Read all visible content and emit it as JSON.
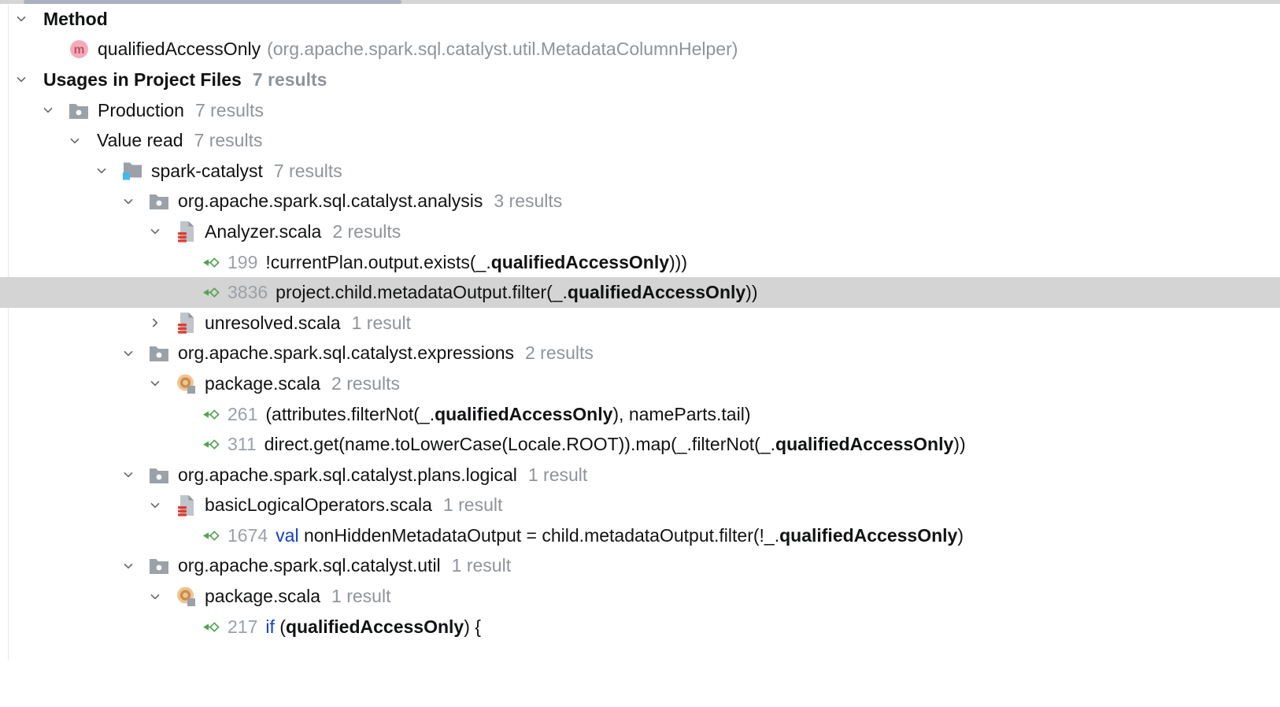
{
  "colors": {
    "selected_row_bg": "#d4d4d4",
    "keyword_blue": "#0f3ed0",
    "count_gray": "#8f9499",
    "line_number_gray": "#9ba0a6",
    "usage_arrow_green": "#53a453",
    "method_icon_pink": "#f3abb9",
    "module_square_blue": "#45b8e9",
    "scala_logo_red": "#de3d30",
    "package_object_tan": "#f1c48e",
    "icon_gray": "#9ba1a8",
    "scrollbar_thumb": "#a9b1bf"
  },
  "scrollbar": {
    "orientation": "horizontal",
    "position": "top"
  },
  "tree": {
    "rows": [
      {
        "kind": "group",
        "level": 0,
        "expanded": true,
        "bold": true,
        "label": "Method"
      },
      {
        "kind": "item",
        "level": 1,
        "icon": "method-icon",
        "label": "qualifiedAccessOnly",
        "suffix": "(org.apache.spark.sql.catalyst.util.MetadataColumnHelper)"
      },
      {
        "kind": "group",
        "level": 0,
        "expanded": true,
        "bold": true,
        "label": "Usages in Project Files",
        "count": "7 results",
        "count_bold": true
      },
      {
        "kind": "node",
        "level": 1,
        "expanded": true,
        "icon": "folder-icon",
        "label": "Production",
        "count": "7 results"
      },
      {
        "kind": "node",
        "level": 2,
        "expanded": true,
        "label": "Value read",
        "count": "7 results"
      },
      {
        "kind": "node",
        "level": 3,
        "expanded": true,
        "icon": "module-icon",
        "label": "spark-catalyst",
        "count": "7 results"
      },
      {
        "kind": "node",
        "level": 4,
        "expanded": true,
        "icon": "package-icon",
        "label": "org.apache.spark.sql.catalyst.analysis",
        "count": "3 results"
      },
      {
        "kind": "node",
        "level": 5,
        "expanded": true,
        "icon": "scala-file-icon",
        "label": "Analyzer.scala",
        "count": "2 results"
      },
      {
        "kind": "usage",
        "level": 6,
        "icon": "usage-arrow-icon",
        "line_number": "199",
        "code": [
          {
            "text": "!currentPlan.output.exists(_."
          },
          {
            "text": "qualifiedAccessOnly",
            "bold": true
          },
          {
            "text": ")))"
          }
        ]
      },
      {
        "kind": "usage",
        "level": 6,
        "icon": "usage-arrow-icon",
        "line_number": "3836",
        "selected": true,
        "code": [
          {
            "text": "project.child.metadataOutput.filter(_."
          },
          {
            "text": "qualifiedAccessOnly",
            "bold": true
          },
          {
            "text": "))"
          }
        ]
      },
      {
        "kind": "node",
        "level": 5,
        "expanded": false,
        "icon": "scala-file-icon",
        "label": "unresolved.scala",
        "count": "1 result"
      },
      {
        "kind": "node",
        "level": 4,
        "expanded": true,
        "icon": "package-icon",
        "label": "org.apache.spark.sql.catalyst.expressions",
        "count": "2 results"
      },
      {
        "kind": "node",
        "level": 5,
        "expanded": true,
        "icon": "package-object-icon",
        "label": "package.scala",
        "count": "2 results"
      },
      {
        "kind": "usage",
        "level": 6,
        "icon": "usage-arrow-icon",
        "line_number": "261",
        "code": [
          {
            "text": "(attributes.filterNot(_."
          },
          {
            "text": "qualifiedAccessOnly",
            "bold": true
          },
          {
            "text": "), nameParts.tail)"
          }
        ]
      },
      {
        "kind": "usage",
        "level": 6,
        "icon": "usage-arrow-icon",
        "line_number": "311",
        "code": [
          {
            "text": "direct.get(name.toLowerCase(Locale.ROOT)).map(_.filterNot(_."
          },
          {
            "text": "qualifiedAccessOnly",
            "bold": true
          },
          {
            "text": "))"
          }
        ]
      },
      {
        "kind": "node",
        "level": 4,
        "expanded": true,
        "icon": "package-icon",
        "label": "org.apache.spark.sql.catalyst.plans.logical",
        "count": "1 result"
      },
      {
        "kind": "node",
        "level": 5,
        "expanded": true,
        "icon": "scala-file-icon",
        "label": "basicLogicalOperators.scala",
        "count": "1 result"
      },
      {
        "kind": "usage",
        "level": 6,
        "icon": "usage-arrow-icon",
        "line_number": "1674",
        "code": [
          {
            "text": "val",
            "keyword": true
          },
          {
            "text": " nonHiddenMetadataOutput = child.metadataOutput.filter(!_."
          },
          {
            "text": "qualifiedAccessOnly",
            "bold": true
          },
          {
            "text": ")"
          }
        ]
      },
      {
        "kind": "node",
        "level": 4,
        "expanded": true,
        "icon": "package-icon",
        "label": "org.apache.spark.sql.catalyst.util",
        "count": "1 result"
      },
      {
        "kind": "node",
        "level": 5,
        "expanded": true,
        "icon": "package-object-icon",
        "label": "package.scala",
        "count": "1 result"
      },
      {
        "kind": "usage",
        "level": 6,
        "icon": "usage-arrow-icon",
        "line_number": "217",
        "code": [
          {
            "text": "if",
            "keyword": true
          },
          {
            "text": " ("
          },
          {
            "text": "qualifiedAccessOnly",
            "bold": true
          },
          {
            "text": ") {"
          }
        ]
      }
    ]
  }
}
